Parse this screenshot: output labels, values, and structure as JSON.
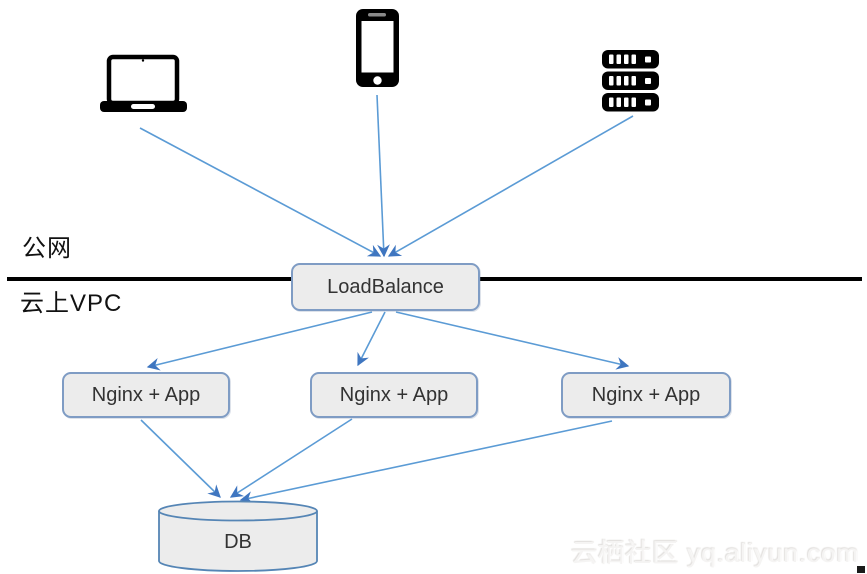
{
  "diagram": {
    "zone_public": "公网",
    "zone_vpc": "云上VPC",
    "load_balancer": "LoadBalance",
    "app_servers": [
      "Nginx + App",
      "Nginx + App",
      "Nginx + App"
    ],
    "database": "DB",
    "devices": [
      "laptop",
      "smartphone",
      "server-rack"
    ],
    "colors": {
      "connector": "#5b9bd5",
      "arrowhead": "#3f76c0",
      "node_fill": "#ececec",
      "node_border": "#7f9cc4",
      "divider": "#000000",
      "icon": "#000000",
      "cylinder_border": "#5585b5"
    }
  },
  "watermark": "云栖社区 yq.aliyun.com"
}
